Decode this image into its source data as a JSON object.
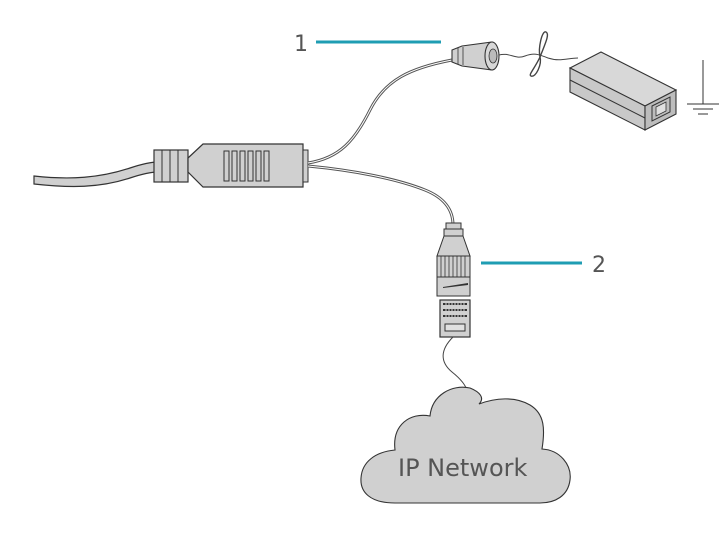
{
  "diagram": {
    "title": "PoE splitter connection diagram",
    "colors": {
      "callout_line": "#1f9db3",
      "device_fill": "#d0d0d0",
      "outline": "#333333",
      "cable": "#555555",
      "label_text": "#555555",
      "cloud_fill": "#d0d0d0"
    },
    "callouts": [
      {
        "number": "1",
        "target": "DC power plug connected to power adapter"
      },
      {
        "number": "2",
        "target": "RJ45 network connector"
      }
    ],
    "components": [
      {
        "id": "camera-cable",
        "icon": "cable"
      },
      {
        "id": "splitter",
        "icon": "splitter-module"
      },
      {
        "id": "dc-plug",
        "icon": "dc-barrel-plug"
      },
      {
        "id": "power-adapter",
        "icon": "power-adapter"
      },
      {
        "id": "ground",
        "icon": "ground-symbol"
      },
      {
        "id": "rj45-female",
        "icon": "rj45-coupler"
      },
      {
        "id": "rj45-male",
        "icon": "rj45-plug"
      },
      {
        "id": "network-cloud",
        "icon": "cloud"
      }
    ],
    "cloud_label": "IP Network"
  }
}
